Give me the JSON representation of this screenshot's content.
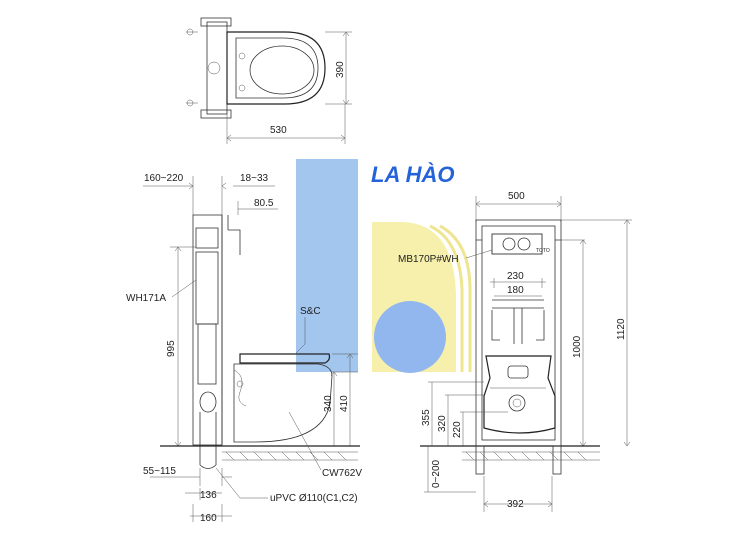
{
  "watermark": {
    "brand_text": "LA HÀO",
    "colors": {
      "blue": "#9ec4ee",
      "blue_text": "#1a5bd6",
      "yellow": "#f6f0a8",
      "circle": "#8db4ee"
    }
  },
  "top_view": {
    "width_label": "530",
    "depth_label": "390"
  },
  "side_view": {
    "dims": {
      "top_left": "160~220",
      "top_right": "18~33",
      "offset": "80.5",
      "height": "995",
      "bottom_left": "55~115",
      "pipe_small": "136",
      "pipe_base": "160",
      "bowl_a": "340",
      "bowl_b": "410"
    },
    "labels": {
      "tank": "WH171A",
      "seat": "S&C",
      "bowl": "CW762V",
      "pipe": "uPVC Ø110(C1,C2)"
    }
  },
  "front_view": {
    "dims": {
      "width_top": "500",
      "w230": "230",
      "w180": "180",
      "height_frame": "1000",
      "height_total": "1120",
      "h355": "355",
      "h320": "320",
      "h220": "220",
      "floor_range": "0~200",
      "bottom_width": "392"
    },
    "labels": {
      "flush_plate": "MB170P#WH",
      "plate_brand": "TOTO"
    }
  }
}
